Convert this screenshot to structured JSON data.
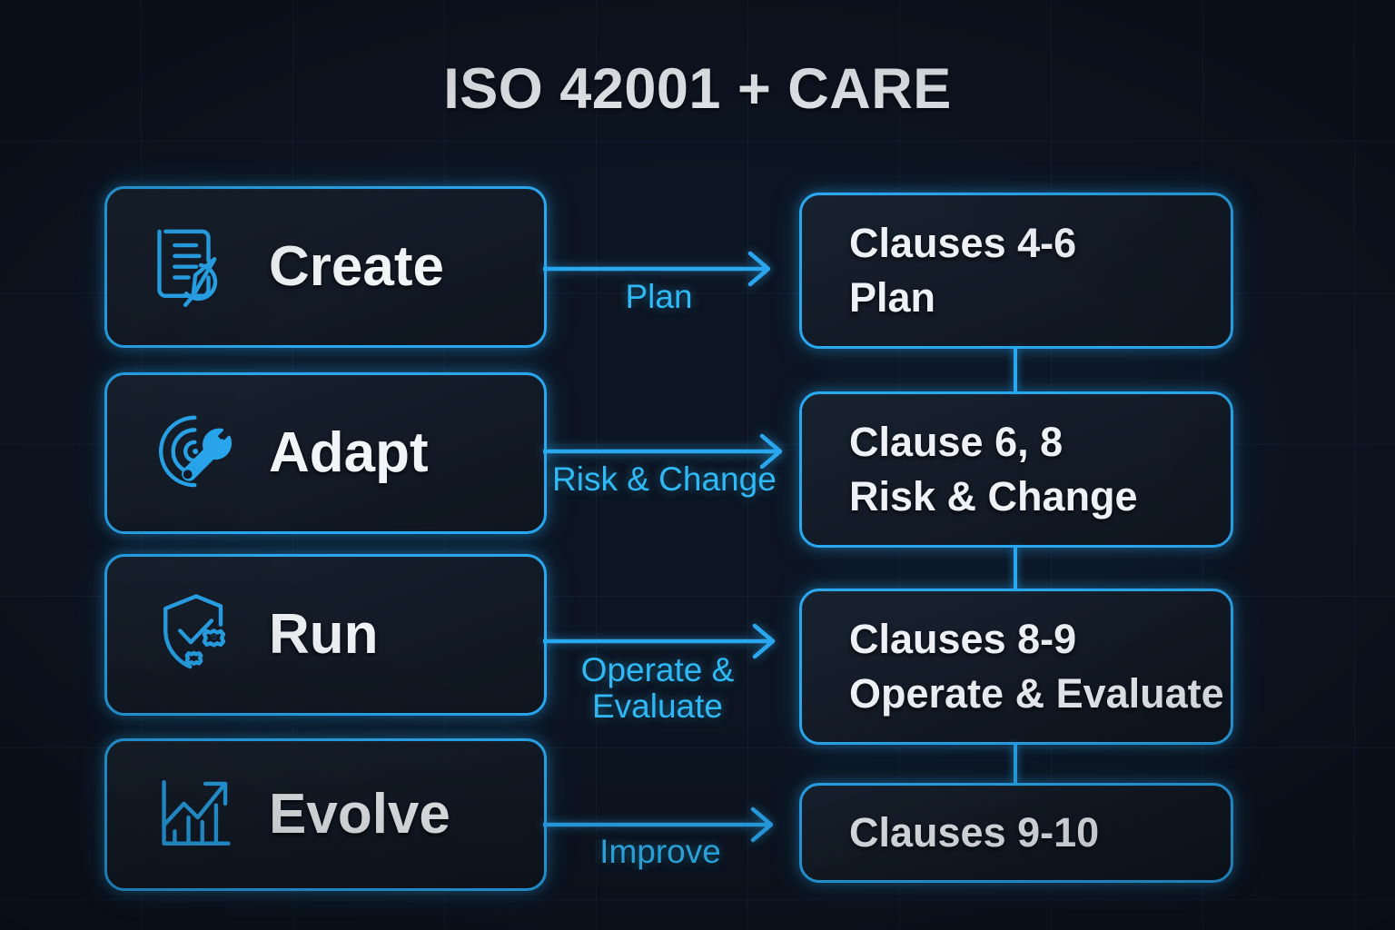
{
  "page": {
    "title": "ISO 42001 + CARE",
    "background_color": "#0d1522",
    "accent_color": "#29a8f0",
    "label_color": "#2fb9f7",
    "text_color": "#eef2f7"
  },
  "care_stages": [
    {
      "label": "Create",
      "icon": "document-pen-icon"
    },
    {
      "label": "Adapt",
      "icon": "radar-wrench-icon"
    },
    {
      "label": "Run",
      "icon": "shield-check-gears-icon"
    },
    {
      "label": "Evolve",
      "icon": "growth-chart-arrow-icon"
    }
  ],
  "connections": [
    {
      "label": "Plan"
    },
    {
      "label": "Risk & Change"
    },
    {
      "label": "Operate &\nEvaluate",
      "line1": "Operate &",
      "line2": "Evaluate"
    },
    {
      "label": "Improve"
    }
  ],
  "iso_clauses": [
    {
      "line1": "Clauses 4-6",
      "line2": "Plan"
    },
    {
      "line1": "Clause 6, 8",
      "line2": "Risk & Change"
    },
    {
      "line1": "Clauses 8-9",
      "line2": "Operate & Evaluate"
    },
    {
      "line1": "Clauses 9-10",
      "line2": ""
    }
  ]
}
